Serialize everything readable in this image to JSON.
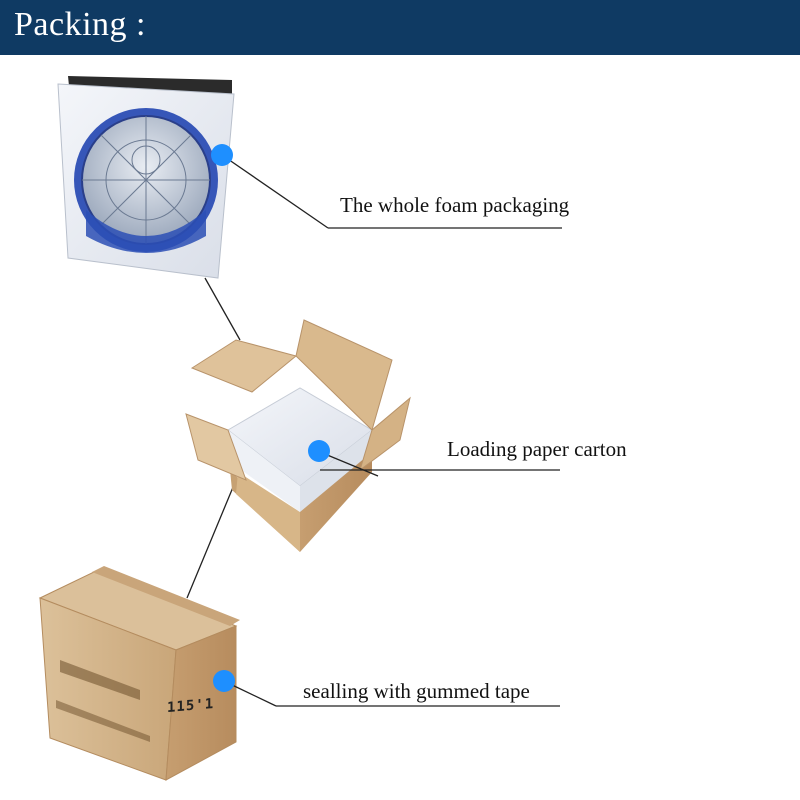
{
  "header": {
    "title": "Packing :",
    "background": "#0f3a63"
  },
  "steps": [
    {
      "label": "The whole foam packaging",
      "icon": "foam-box-with-lamp"
    },
    {
      "label": "Loading paper carton",
      "icon": "open-carton-with-foam"
    },
    {
      "label": "sealling with gummed tape",
      "icon": "sealed-carton"
    }
  ],
  "box_print": "115'1",
  "colors": {
    "marker": "#1e8fff",
    "connector": "#222222",
    "cardboard": "#d2b48c",
    "foam": "#e8ecf2",
    "lamp_blue": "#2b4fb5"
  }
}
